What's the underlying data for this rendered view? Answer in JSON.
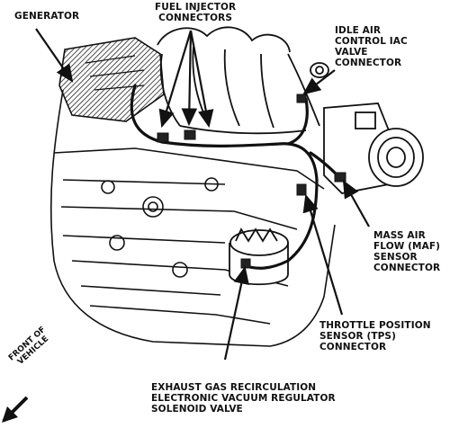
{
  "labels": {
    "generator": "GENERATOR",
    "fuel_injector": "FUEL INJECTOR\nCONNECTORS",
    "iac": "IDLE AIR\nCONTROL IAC\nVALVE\nCONNECTOR",
    "maf": "MASS AIR\nFLOW (MAF)\nSENSOR\nCONNECTOR",
    "tps": "THROTTLE POSITION\nSENSOR (TPS)\nCONNECTOR",
    "egr": "EXHAUST GAS RECIRCULATION\nELECTRONIC VACUUM REGULATOR\nSOLENOID VALVE",
    "front": "FRONT OF\nVEHICLE"
  },
  "colors": {
    "ink": "#111111",
    "paper": "#ffffff",
    "shade": "#555555"
  }
}
